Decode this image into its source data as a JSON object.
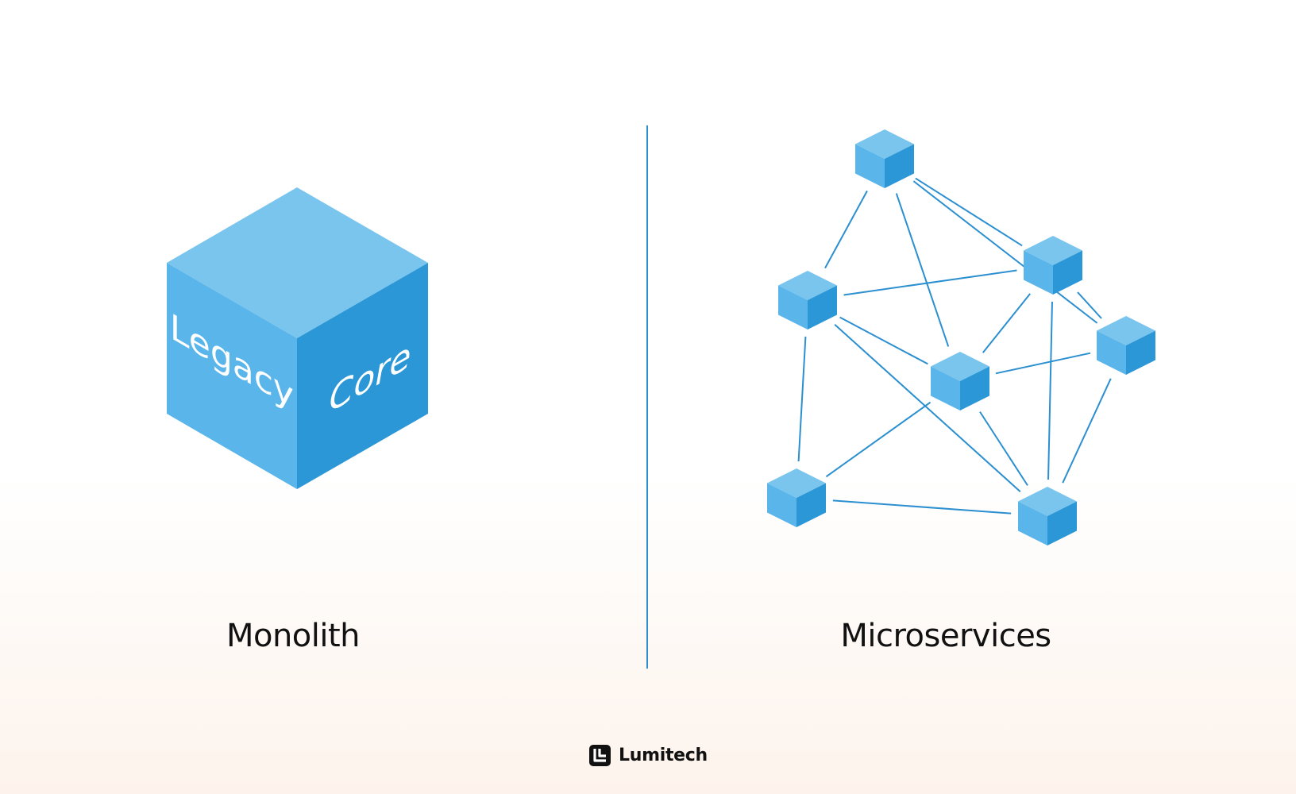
{
  "colors": {
    "cube_top": "#79c5ee",
    "cube_left": "#5ab5ea",
    "cube_right": "#2b97d6",
    "connector": "#2b8fd0",
    "divider": "#2b8fd0",
    "label_text": "#111111",
    "cube_face_text": "#ffffff"
  },
  "monolith": {
    "label": "Monolith",
    "cube_left_face_text": "Legacy",
    "cube_right_face_text": "Core"
  },
  "microservices": {
    "label": "Microservices",
    "nodes": [
      "service-1",
      "service-2",
      "service-3",
      "service-4",
      "service-5",
      "service-6",
      "service-7"
    ],
    "edges": [
      [
        "service-1",
        "service-3"
      ],
      [
        "service-1",
        "service-4"
      ],
      [
        "service-1",
        "service-2"
      ],
      [
        "service-1",
        "service-5"
      ],
      [
        "service-3",
        "service-2"
      ],
      [
        "service-3",
        "service-4"
      ],
      [
        "service-3",
        "service-6"
      ],
      [
        "service-3",
        "service-7"
      ],
      [
        "service-2",
        "service-4"
      ],
      [
        "service-2",
        "service-5"
      ],
      [
        "service-2",
        "service-7"
      ],
      [
        "service-5",
        "service-4"
      ],
      [
        "service-5",
        "service-7"
      ],
      [
        "service-4",
        "service-6"
      ],
      [
        "service-4",
        "service-7"
      ],
      [
        "service-6",
        "service-7"
      ]
    ]
  },
  "brand": {
    "name": "Lumitech",
    "logo_icon": "lumitech-logo-icon"
  }
}
